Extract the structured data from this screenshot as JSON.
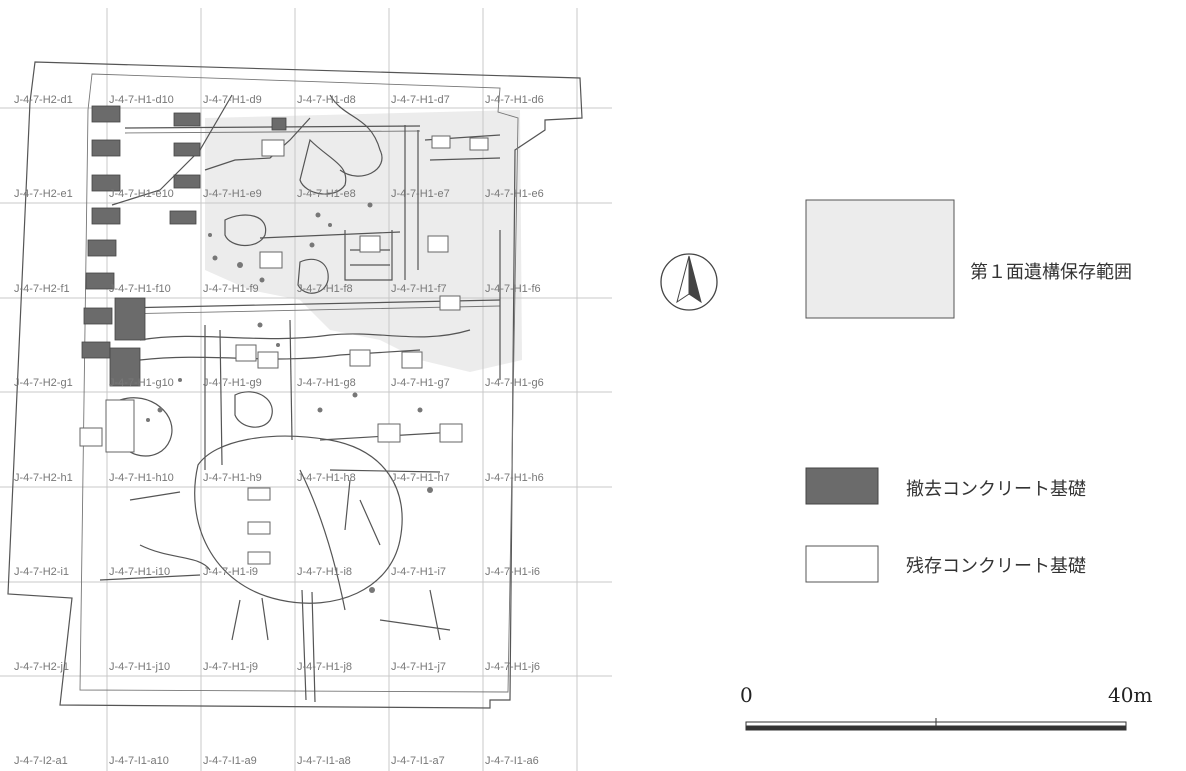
{
  "grid": {
    "rows": [
      {
        "labels": [
          "J-4-7-H2-d1",
          "J-4-7-H1-d10",
          "J-4-7-H1-d9",
          "J-4-7-H1-d8",
          "J-4-7-H1-d7",
          "J-4-7-H1-d6"
        ]
      },
      {
        "labels": [
          "J-4-7-H2-e1",
          "J-4-7-H1-e10",
          "J-4-7-H1-e9",
          "J-4-7-H1-e8",
          "J-4-7-H1-e7",
          "J-4-7-H1-e6"
        ]
      },
      {
        "labels": [
          "J-4-7-H2-f1",
          "J-4-7-H1-f10",
          "J-4-7-H1-f9",
          "J-4-7-H1-f8",
          "J-4-7-H1-f7",
          "J-4-7-H1-f6"
        ]
      },
      {
        "labels": [
          "J-4-7-H2-g1",
          "J-4-7-H1-g10",
          "J-4-7-H1-g9",
          "J-4-7-H1-g8",
          "J-4-7-H1-g7",
          "J-4-7-H1-g6"
        ]
      },
      {
        "labels": [
          "J-4-7-H2-h1",
          "J-4-7-H1-h10",
          "J-4-7-H1-h9",
          "J-4-7-H1-h8",
          "J-4-7-H1-h7",
          "J-4-7-H1-h6"
        ]
      },
      {
        "labels": [
          "J-4-7-H2-i1",
          "J-4-7-H1-i10",
          "J-4-7-H1-i9",
          "J-4-7-H1-i8",
          "J-4-7-H1-i7",
          "J-4-7-H1-i6"
        ]
      },
      {
        "labels": [
          "J-4-7-H2-j1",
          "J-4-7-H1-j10",
          "J-4-7-H1-j9",
          "J-4-7-H1-j8",
          "J-4-7-H1-j7",
          "J-4-7-H1-j6"
        ]
      },
      {
        "labels": [
          "J-4-7-I2-a1",
          "J-4-7-I1-a10",
          "J-4-7-I1-a9",
          "J-4-7-I1-a8",
          "J-4-7-I1-a7",
          "J-4-7-I1-a6"
        ]
      }
    ]
  },
  "legend": {
    "preserved_area": "第１面遺構保存範囲",
    "removed_foundation": "撤去コンクリート基礎",
    "remaining_foundation": "残存コンクリート基礎"
  },
  "scale_bar": {
    "start_label": "0",
    "end_label": "40m"
  },
  "north_arrow": {
    "icon": "north-arrow-icon"
  },
  "colors": {
    "preserved_fill": "#ececec",
    "removed_fill": "#6b6b6b",
    "remaining_fill": "#ffffff",
    "grid_line": "#c8c8c8",
    "label": "#777777"
  }
}
